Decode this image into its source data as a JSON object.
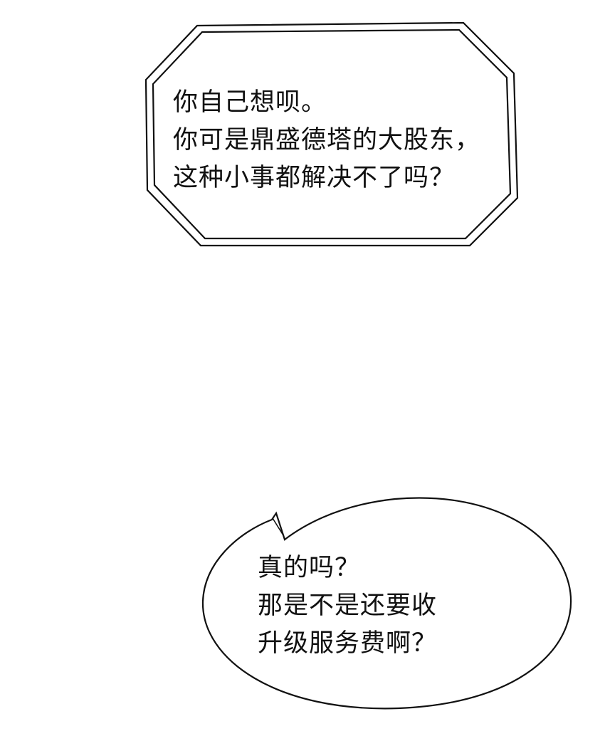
{
  "colors": {
    "background": "#ffffff",
    "ink": "#111111"
  },
  "bubbles": [
    {
      "kind": "octagon-caption",
      "lines": [
        "你自己想呗。",
        "你可是鼎盛德塔的大股东，",
        "这种小事都解决不了吗？"
      ]
    },
    {
      "kind": "speech-balloon",
      "lines": [
        "真的吗？",
        "那是不是还要收",
        "升级服务费啊？"
      ]
    }
  ]
}
